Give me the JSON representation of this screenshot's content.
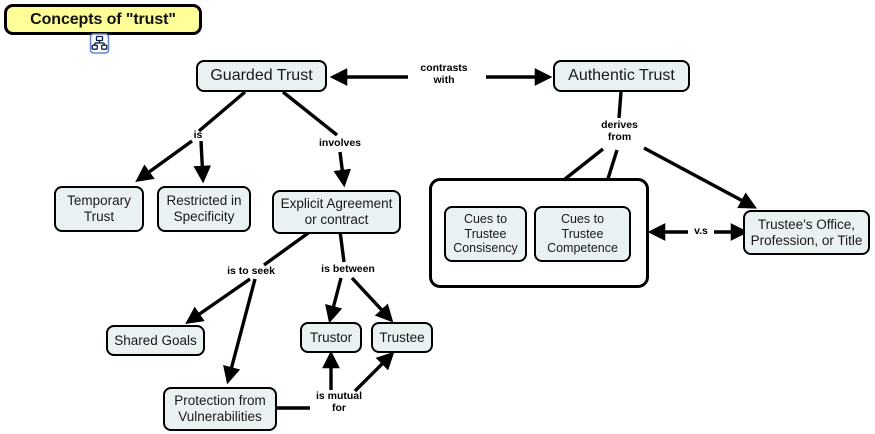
{
  "title": {
    "text": "Concepts of \"trust\"",
    "background_color": "#ffff99",
    "border_color": "#000000",
    "icon": "concept-map-icon"
  },
  "theme": {
    "node_fill": "#e9f1f2",
    "node_border": "#000000",
    "canvas_background": "#ffffff",
    "group_fill": "#ffffff"
  },
  "nodes": [
    {
      "id": "guarded-trust",
      "label": "Guarded Trust"
    },
    {
      "id": "authentic-trust",
      "label": "Authentic Trust"
    },
    {
      "id": "temporary-trust",
      "label": "Temporary\nTrust"
    },
    {
      "id": "restricted-specificity",
      "label": "Restricted in\nSpecificity"
    },
    {
      "id": "explicit-agreement",
      "label": "Explicit Agreement\nor contract"
    },
    {
      "id": "cues-consisency",
      "label": "Cues to\nTrustee\nConsisency"
    },
    {
      "id": "cues-competence",
      "label": "Cues to\nTrustee\nCompetence"
    },
    {
      "id": "trustee-office",
      "label": "Trustee's Office,\nProfession, or Title"
    },
    {
      "id": "shared-goals",
      "label": "Shared Goals"
    },
    {
      "id": "protection-vulnerabilities",
      "label": "Protection from\nVulnerabilities"
    },
    {
      "id": "trustor",
      "label": "Trustor"
    },
    {
      "id": "trustee",
      "label": "Trustee"
    }
  ],
  "edge_labels": [
    {
      "id": "contrasts-with",
      "text": "contrasts\nwith"
    },
    {
      "id": "is",
      "text": "is"
    },
    {
      "id": "involves",
      "text": "involves"
    },
    {
      "id": "derives-from",
      "text": "derives\nfrom"
    },
    {
      "id": "is-to-seek",
      "text": "is to seek"
    },
    {
      "id": "is-between",
      "text": "is between"
    },
    {
      "id": "vs",
      "text": "v.s"
    },
    {
      "id": "is-mutual-for",
      "text": "is mutual\nfor"
    }
  ]
}
